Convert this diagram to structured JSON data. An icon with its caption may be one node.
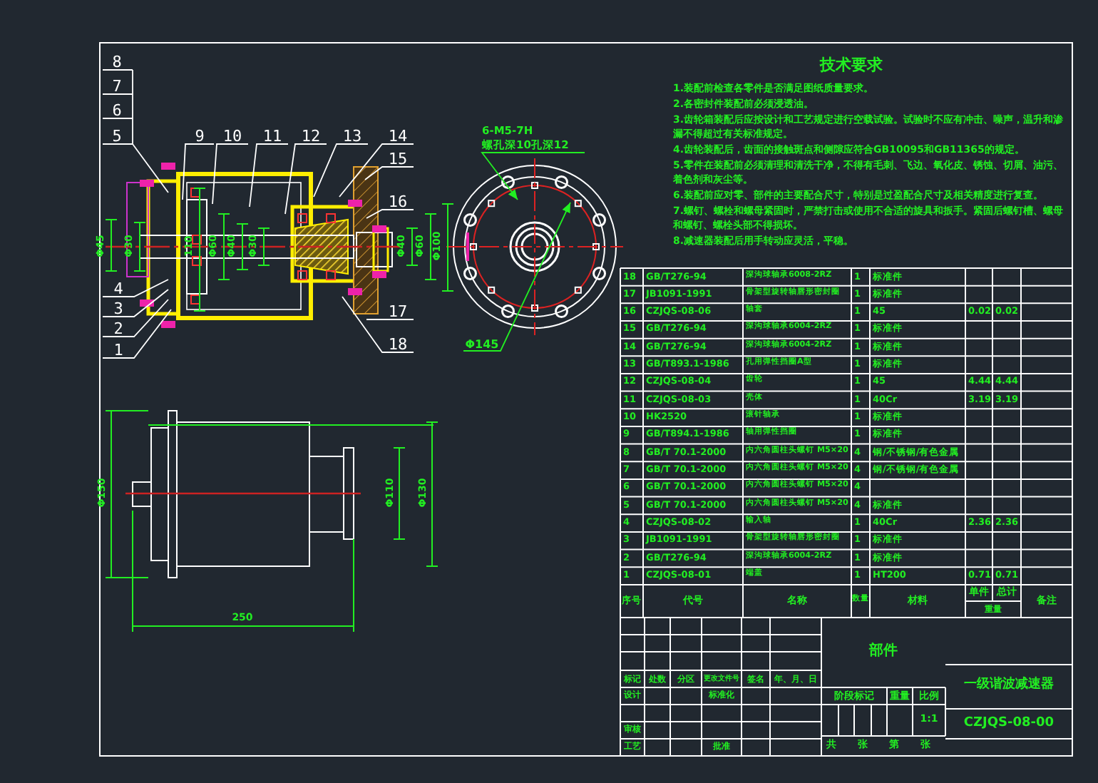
{
  "diagram": {
    "nodes": [
      {
        "text": [
          "1"
        ]
      },
      {
        "text": [
          "2"
        ]
      },
      {
        "text": [
          "3"
        ]
      },
      {
        "text": [
          "4"
        ]
      },
      {
        "text": [
          "5"
        ]
      },
      {
        "text": [
          "6"
        ]
      },
      {
        "text": [
          "7"
        ]
      },
      {
        "text": [
          "8"
        ]
      },
      {
        "text": [
          "9"
        ]
      },
      {
        "text": [
          "10"
        ]
      },
      {
        "text": [
          "11"
        ]
      },
      {
        "text": [
          "12"
        ]
      },
      {
        "text": [
          "13"
        ]
      },
      {
        "text": [
          "14"
        ]
      },
      {
        "text": [
          "15"
        ]
      },
      {
        "text": [
          "16"
        ]
      },
      {
        "text": [
          "17"
        ]
      },
      {
        "text": [
          "18"
        ]
      },
      {
        "text": [
          "6-M5-7H",
          "螺孔深10孔深12"
        ]
      },
      {
        "text": [
          "Φ145"
        ]
      }
    ],
    "edges": [
      {
        "from": 0,
        "to": null,
        "arrow": "none"
      },
      {
        "from": 1,
        "to": null,
        "arrow": "none"
      },
      {
        "from": 2,
        "to": null,
        "arrow": "none"
      },
      {
        "from": 3,
        "to": null,
        "arrow": "none"
      },
      {
        "from": 4,
        "to": null,
        "arrow": "none"
      },
      {
        "from": 5,
        "to": null,
        "arrow": "none"
      },
      {
        "from": 6,
        "to": null,
        "arrow": "none"
      },
      {
        "from": 7,
        "to": null,
        "arrow": "none"
      },
      {
        "from": 8,
        "to": null,
        "arrow": "none"
      },
      {
        "from": 9,
        "to": null,
        "arrow": "none"
      },
      {
        "from": 10,
        "to": null,
        "arrow": "none"
      },
      {
        "from": 11,
        "to": null,
        "arrow": "none"
      },
      {
        "from": 12,
        "to": null,
        "arrow": "none"
      },
      {
        "from": 13,
        "to": null,
        "arrow": "none"
      },
      {
        "from": 14,
        "to": null,
        "arrow": "none"
      },
      {
        "from": 15,
        "to": null,
        "arrow": "none"
      },
      {
        "from": 16,
        "to": null,
        "arrow": "none"
      },
      {
        "from": 17,
        "to": null,
        "arrow": "none"
      },
      {
        "from": 18,
        "to": null,
        "arrow": "to",
        "color": "#22ee22"
      },
      {
        "from": 19,
        "to": null,
        "arrow": "to",
        "color": "#22ee22"
      }
    ],
    "labels": [
      "Φ45",
      "Φ30",
      "110",
      "Φ60",
      "Φ40",
      "Φ30",
      "Φ40",
      "Φ60",
      "Φ100",
      "Φ150",
      "Φ110",
      "Φ130",
      "250",
      "技术要求",
      "1.装配前检查各零件是否满足图纸质量要求。",
      "2.各密封件装配前必须浸透油。",
      "3.齿轮箱装配后应按设计和工艺规定进行空载试验。试验时不应有冲击、噪声，温升和渗漏不得超过有关标准规定。",
      "4.齿轮装配后，齿面的接触斑点和侧隙应符合GB10095和GB11365的规定。",
      "5.零件在装配前必须清理和清洗干净，不得有毛刺、飞边、氧化皮、锈蚀、切屑、油污、着色剂和灰尘等。",
      "6.装配前应对零、部件的主要配合尺寸，特别是过盈配合尺寸及相关精度进行复查。",
      "7.螺钉、螺栓和螺母紧固时，严禁打击或使用不合适的旋具和扳手。紧固后螺钉槽、螺母和螺钉、螺栓头部不得损坏。",
      "8.减速器装配后用手转动应灵活，平稳。",
      "18",
      "GB/T276-94",
      "深沟球轴承6008-2RZ",
      "1",
      "标准件",
      "17",
      "JB1091-1991",
      "骨架型旋转轴唇形密封圈",
      "1",
      "标准件",
      "16",
      "CZJQS-08-06",
      "轴套",
      "1",
      "45",
      "0.02",
      "0.02",
      "15",
      "GB/T276-94",
      "深沟球轴承6004-2RZ",
      "1",
      "标准件",
      "14",
      "GB/T276-94",
      "深沟球轴承6004-2RZ",
      "1",
      "标准件",
      "13",
      "GB/T893.1-1986",
      "孔用弹性挡圈A型",
      "1",
      "标准件",
      "12",
      "CZJQS-08-04",
      "齿轮",
      "1",
      "45",
      "4.44",
      "4.44",
      "11",
      "CZJQS-08-03",
      "壳体",
      "1",
      "40Cr",
      "3.19",
      "3.19",
      "10",
      "HK2520",
      "滚针轴承",
      "1",
      "标准件",
      "9",
      "GB/T894.1-1986",
      "轴用弹性挡圈",
      "1",
      "标准件",
      "8",
      "GB/T 70.1-2000",
      "内六角圆柱头螺钉 M5×20",
      "4",
      "钢/不锈钢/有色金属",
      "7",
      "GB/T 70.1-2000",
      "内六角圆柱头螺钉 M5×20",
      "4",
      "钢/不锈钢/有色金属",
      "6",
      "GB/T 70.1-2000",
      "内六角圆柱头螺钉 M5×20",
      "4",
      "5",
      "GB/T 70.1-2000",
      "内六角圆柱头螺钉 M5×20",
      "4",
      "标准件",
      "4",
      "CZJQS-08-02",
      "输入轴",
      "1",
      "40Cr",
      "2.36",
      "2.36",
      "3",
      "JB1091-1991",
      "骨架型旋转轴唇形密封圈",
      "1",
      "标准件",
      "2",
      "GB/T276-94",
      "深沟球轴承6004-2RZ",
      "1",
      "标准件",
      "1",
      "CZJQS-08-01",
      "端盖",
      "1",
      "HT200",
      "0.71",
      "0.71",
      "序号",
      "代号",
      "名称",
      "数量",
      "材料",
      "单件",
      "总计",
      "重量",
      "备注",
      "部件",
      "标记",
      "处数",
      "分区",
      "更改文件号",
      "签名",
      "年、月、日",
      "一级谐波减速器",
      "设计",
      "标准化",
      "阶段标记",
      "重量",
      "比例",
      "1:1",
      "CZJQS-08-00",
      "审核",
      "工艺",
      "批准",
      "共",
      "张",
      "第",
      "张"
    ]
  }
}
